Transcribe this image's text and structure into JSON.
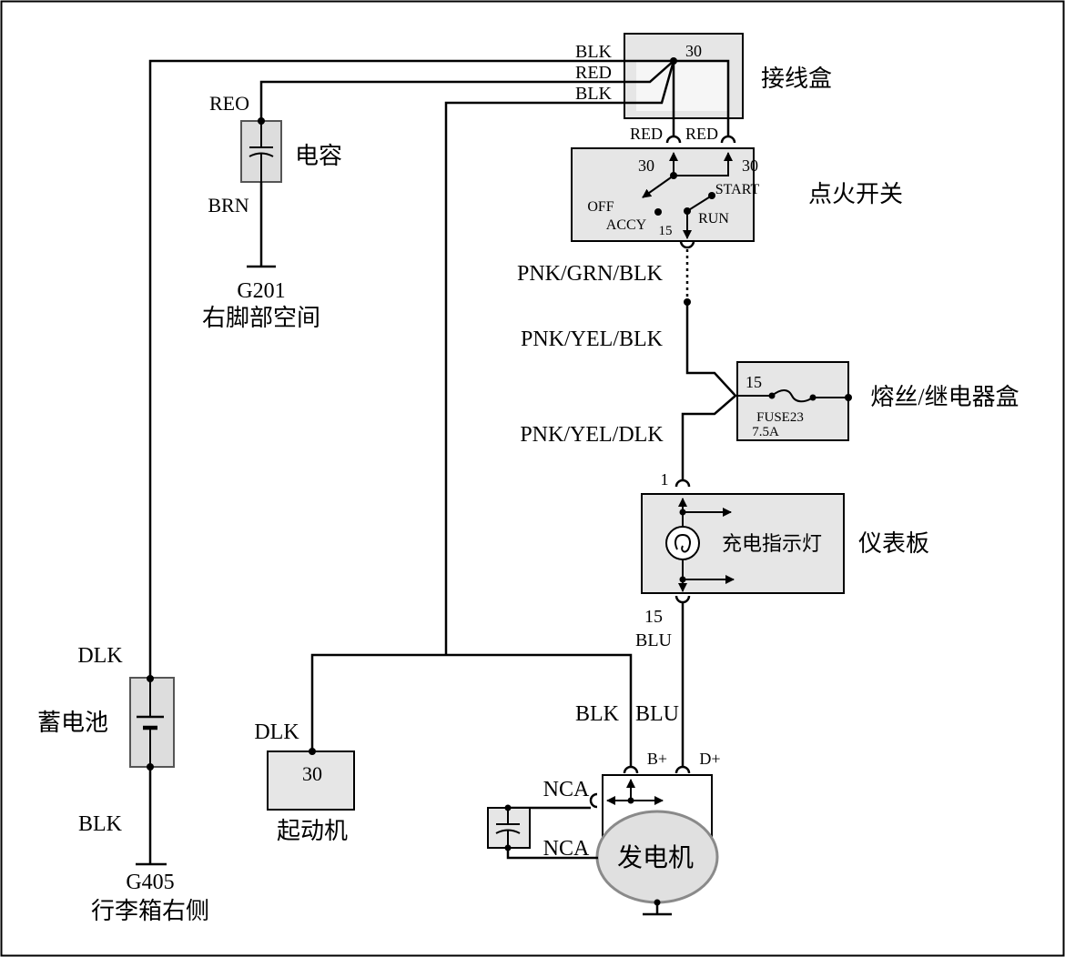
{
  "junction_box": {
    "name": "接线盒",
    "pin": "30",
    "in_wire_1": "BLK",
    "in_wire_2": "RED",
    "in_wire_3": "BLK",
    "out_wire_1": "RED",
    "out_wire_2": "RED"
  },
  "capacitor": {
    "name": "电容",
    "wire_top": "REO",
    "wire_bottom": "BRN",
    "ground_id": "G201",
    "ground_location": "右脚部空间"
  },
  "ignition_switch": {
    "name": "点火开关",
    "pin_left": "30",
    "pin_right": "30",
    "pos_off": "OFF",
    "pos_accy": "ACCY",
    "pin_out": "15",
    "pos_start": "START",
    "pos_run": "RUN"
  },
  "wires": {
    "ign_out_1": "PNK/GRN/BLK",
    "ign_out_2": "PNK/YEL/BLK",
    "fuse_out": "PNK/YEL/DLK",
    "gen_b_plus": "BLK",
    "gen_d_plus": "BLU"
  },
  "fuse_box": {
    "name": "熔丝/继电器盒",
    "pin": "15",
    "fuse": "FUSE23",
    "rating": "7.5A"
  },
  "instrument_panel": {
    "name": "仪表板",
    "pin_in": "1",
    "lamp": "充电指示灯",
    "pin_out": "15",
    "wire_out": "BLU"
  },
  "battery": {
    "name": "蓄电池",
    "wire_top": "DLK",
    "wire_bottom": "BLK",
    "ground_id": "G405",
    "ground_location": "行李箱右侧"
  },
  "starter": {
    "name": "起动机",
    "wire": "DLK",
    "pin": "30"
  },
  "generator": {
    "name": "发电机",
    "pin_b": "B+",
    "pin_d": "D+",
    "nca_1": "NCA",
    "nca_2": "NCA"
  },
  "colors": {
    "line": "#000000",
    "component_fill": "#e6e6e6",
    "generator_outline": "#8a8a8a"
  }
}
